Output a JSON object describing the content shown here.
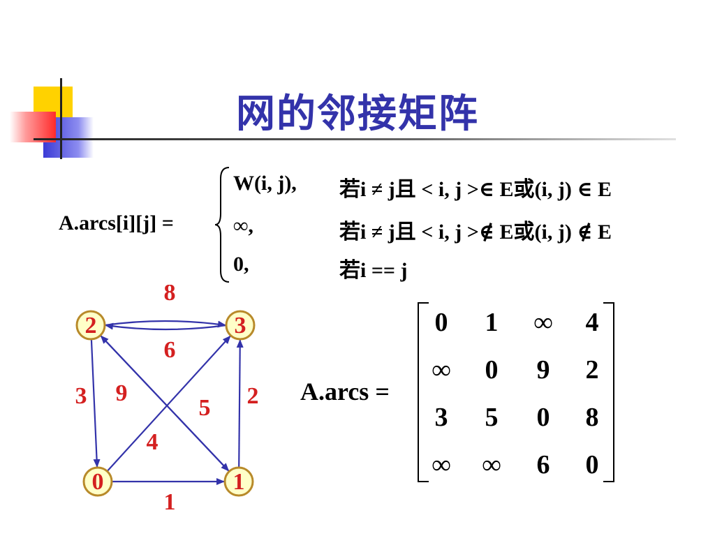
{
  "title": "网的邻接矩阵",
  "formula": {
    "lhs": "A.arcs[i][j] =",
    "cases": [
      {
        "value": "W(i, j),",
        "condition": "若i ≠ j且 < i, j >∈ E或(i, j) ∈ E"
      },
      {
        "value": "∞,",
        "condition": "若i ≠ j且 < i, j >∉ E或(i, j) ∉ E"
      },
      {
        "value": "0,",
        "condition": "若i == j"
      }
    ]
  },
  "graph": {
    "nodes": [
      {
        "id": "0",
        "label": "0"
      },
      {
        "id": "1",
        "label": "1"
      },
      {
        "id": "2",
        "label": "2"
      },
      {
        "id": "3",
        "label": "3"
      }
    ],
    "edges": [
      {
        "from": "0",
        "to": "1",
        "weight": "1"
      },
      {
        "from": "0",
        "to": "3",
        "weight": "4"
      },
      {
        "from": "1",
        "to": "2",
        "weight": "5"
      },
      {
        "from": "1",
        "to": "3",
        "weight": "2"
      },
      {
        "from": "2",
        "to": "0",
        "weight": "3"
      },
      {
        "from": "2",
        "to": "1",
        "weight": "9"
      },
      {
        "from": "2",
        "to": "3",
        "weight": "8"
      },
      {
        "from": "3",
        "to": "2",
        "weight": "6"
      }
    ]
  },
  "matrix": {
    "label": "A.arcs =",
    "rows": [
      [
        "0",
        "1",
        "∞",
        "4"
      ],
      [
        "∞",
        "0",
        "9",
        "2"
      ],
      [
        "3",
        "5",
        "0",
        "8"
      ],
      [
        "∞",
        "∞",
        "6",
        "0"
      ]
    ]
  },
  "colors": {
    "title": "#3333aa",
    "node_fill": "#ffffc8",
    "node_stroke": "#b88a2a",
    "edge": "#3333aa",
    "weight": "#d42020"
  }
}
